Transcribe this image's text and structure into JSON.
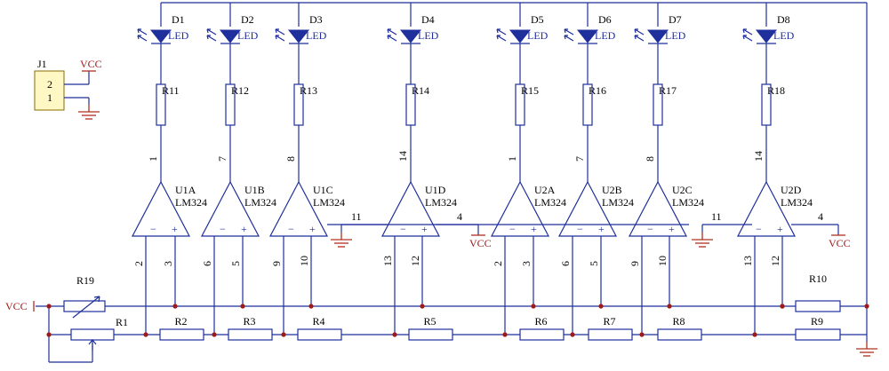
{
  "connector": {
    "ref": "J1",
    "pin_top": "2",
    "pin_bottom": "1",
    "power_label": "VCC"
  },
  "leds": [
    {
      "ref": "D1",
      "value": "LED"
    },
    {
      "ref": "D2",
      "value": "LED"
    },
    {
      "ref": "D3",
      "value": "LED"
    },
    {
      "ref": "D4",
      "value": "LED"
    },
    {
      "ref": "D5",
      "value": "LED"
    },
    {
      "ref": "D6",
      "value": "LED"
    },
    {
      "ref": "D7",
      "value": "LED"
    },
    {
      "ref": "D8",
      "value": "LED"
    }
  ],
  "led_resistors": [
    "R11",
    "R12",
    "R13",
    "R14",
    "R15",
    "R16",
    "R17",
    "R18"
  ],
  "opamps": [
    {
      "ref": "U1A",
      "part": "LM324",
      "out_pin": "1",
      "inv_pin": "2",
      "noninv_pin": "3"
    },
    {
      "ref": "U1B",
      "part": "LM324",
      "out_pin": "7",
      "inv_pin": "6",
      "noninv_pin": "5"
    },
    {
      "ref": "U1C",
      "part": "LM324",
      "out_pin": "8",
      "inv_pin": "9",
      "noninv_pin": "10"
    },
    {
      "ref": "U1D",
      "part": "LM324",
      "out_pin": "14",
      "inv_pin": "13",
      "noninv_pin": "12"
    },
    {
      "ref": "U2A",
      "part": "LM324",
      "out_pin": "1",
      "inv_pin": "2",
      "noninv_pin": "3"
    },
    {
      "ref": "U2B",
      "part": "LM324",
      "out_pin": "7",
      "inv_pin": "6",
      "noninv_pin": "5"
    },
    {
      "ref": "U2C",
      "part": "LM324",
      "out_pin": "8",
      "inv_pin": "9",
      "noninv_pin": "10"
    },
    {
      "ref": "U2D",
      "part": "LM324",
      "out_pin": "14",
      "inv_pin": "13",
      "noninv_pin": "12"
    }
  ],
  "supply": [
    {
      "gnd_pin": "11",
      "vcc_pin": "4",
      "vcc_label": "VCC"
    },
    {
      "gnd_pin": "11",
      "vcc_pin": "4",
      "vcc_label": "VCC"
    }
  ],
  "opamp_symbols": {
    "minus": "−",
    "plus": "+"
  },
  "divider_resistors": [
    "R2",
    "R3",
    "R4",
    "R5",
    "R6",
    "R7",
    "R8",
    "R9"
  ],
  "pot_top": "R19",
  "pot_bottom": "R1",
  "r10": "R10",
  "vcc_input": "VCC"
}
